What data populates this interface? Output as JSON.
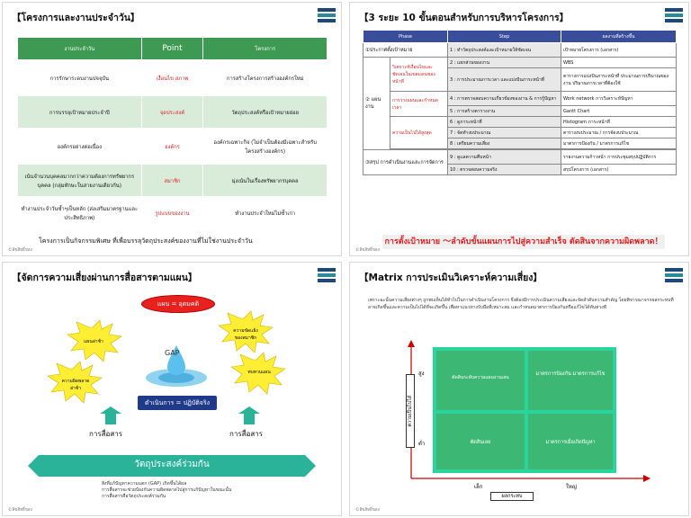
{
  "colors": {
    "green": "#3e9a52",
    "navy": "#3a4d9a",
    "red": "#e02020",
    "blue": "#1f3a8a",
    "teal": "#2bb39a"
  },
  "footer": "©ลิขสิทธิ์ของ",
  "p1": {
    "title": "【โครงการและงานประจำวัน】",
    "headers": [
      "งานประจำวัน",
      "Point",
      "โครงการ"
    ],
    "rows": [
      [
        "การรักษาระดบงานปจจุบัน",
        "เงื่อนไข สภาพ",
        "การสร้างโครงการสร้างองค์กรใหม่"
      ],
      [
        "การบรรลุเป้าหมายประจำปี",
        "จุดประสงค์",
        "วัตถุประสงค์หรือเป้าหมายย่อย"
      ],
      [
        "องค์กรอย่างต่อเนื่อง",
        "องค์กร",
        "องค์กรเฉพาะกิจ (ไม่จำเป็นต้องมีเฉพาะสำหรับโครงสร้างองค์กร)"
      ],
      [
        "เน้นจำนวนบุคคลมากกว่าความต้องการทรัพยากรบุคคล (กลุ่มทักษะในสายงานเดียวกัน)",
        "สมาชิก",
        "มุ่งเน้นในเรื่องทรัพยากรบุคคล"
      ],
      [
        "ทำงานประจำวันซ้ำๆเป็นหลัก (ส่งเสริมมาตรฐานและประสิทธิภาพ)",
        "รูปแบบของงาน",
        "ทำงานประจำใหม่ไม่ซ้ำเก่า"
      ]
    ],
    "note": "โครงการเป็นกิจกรรมพิเศษ ที่เพื่อบรรลุวัตถุประสงค์ของงานที่ไม่ใช่งานประจำวัน"
  },
  "p2": {
    "title": "【3 ระยะ 10 ขั้นตอนสำหรับการบริหารโครงการ】",
    "headers": [
      "Phase",
      "Step",
      "ผลงานที่สร้างขึ้น"
    ],
    "phase1": "①ประกาศตั้งเป้าหมาย",
    "phase2": "② แผนงาน",
    "phase3": "③สรุป การดำเนินงานและการจัดการ",
    "sub_a": "วิเคราะห์เงื่อนไขและชัดเจนในเขตแดนของหน้าที่",
    "sub_b": "การวางแผนและกำหนดเวลา",
    "sub_c": "ความเป็นไปได้สูงสุด",
    "s1": "1 : ทำวัตถุประสงค์และเป้าหมายให้ชัดเจน",
    "o1": "เป้าหมายโครงการ (เอกสาร)",
    "s2": "2 : แยกส่วนของงาน",
    "o2": "WBS",
    "s3": "3 : การประมาณการเวลา และแบ่งปันภาระหน้าที่",
    "o3": "ตารางการแบ่งปันภาระหน้าที่ ประมาณการปริมาณของงาน ปริมาณการเวลาที่ต้องใช้",
    "s4": "4 : การตรวจสอบความเกี่ยวข้องของงาน & การรู้ปัญหา",
    "o4": "Work network การวิเคราะห์ปัญหา",
    "s5": "5 : การสร้างตารางงาน",
    "o5": "Gantt Chart",
    "s6": "6 : ดูภาระหน้าที่",
    "o6": "Histogram ภาระหน้าที่",
    "s7": "7 : จัดทำงบประมาณ",
    "o7": "ตารางงบประมาณ / การจัดงบประมาณ",
    "s8": "8 : เตรียมความเสี่ยง",
    "o8": "มาตรการป้องกัน / มาตรการแก้ไข",
    "s9": "9 : ดูแลความคืบหน้า",
    "o9": "รายงานความก้าวหน้า การประชุมสรุปปฏิบัติการ",
    "s10": "10 : ตรวจสอบความจริง",
    "o10": "สรุปโครงการ (เอกสาร)",
    "banner": "การตั้งเป้าหมาย 〜ลำดับขั้นแผนการไปสู่ความสำเร็จ ตัดสินจากความผิดพลาด！"
  },
  "p3": {
    "title": "【จัดการความเสี่ยงผ่านการสื่อสารตามแผน】",
    "top_oval": "แผน = อุดมคติ",
    "bottom_box": "ดำเนินการ = ปฏิบัติจริง",
    "gap": "GAP",
    "burst_tl": "แผนล่าช้า",
    "burst_tr": "ความขัดแย้งของสมาชิก",
    "burst_bl": "ความผิดพลาด ล่าช้า",
    "burst_br": "ทบทวนแผน",
    "comm_l": "การสื่อสาร",
    "comm_r": "การสื่อสาร",
    "goal": "วัตถุประสงค์ร่วมกัน",
    "notes": [
      "สิ่งที่แก้ปัญหาความแตก (GAP) เกิดขึ้นได้ผล",
      "การสื่อสารจะช่วยป้องกันความผิดพลาดไปสู่การแก้ปัญหาในขณะนั้น",
      "การสื่อสารคือวัตถุประสงค์ร่วมกัน"
    ]
  },
  "p4": {
    "title": "【Matrix การประเมินวิเคราะห์ความเสี่ยง】",
    "paragraph": "เพราะฉะนั้นความเสี่ยงต่างๆ ถูกพบเห็นได้ทั่วไปในการดำเนินงานโครงการ จึงต้องมีการประเมินความเสี่ยงและจัดลำดับความสำคัญ โดยพิจารณาจากผลกระทบที่อาจเกิดขึ้นและความเป็นไปได้ที่จะเกิดขึ้น เพื่อหาแนวทางรับมือที่เหมาะสม และกำหนดมาตรการป้องกันหรือแก้ไขได้ทันท่วงที",
    "quad_tl": "ตัดสินระดับความแผนงานเสน",
    "quad_tr": "มาตรการป้องกัน มาตรการแก้ไข",
    "quad_bl": "ตัดสินเลย",
    "quad_br": "มาตรการเมื่อเกิดปัญหา",
    "y_high": "สูง",
    "y_low": "ต่ำ",
    "x_small": "เล็ก",
    "x_big": "ใหญ่",
    "y_axis": "ความเป็นไปได้",
    "x_axis": "ผลกระทบ"
  }
}
